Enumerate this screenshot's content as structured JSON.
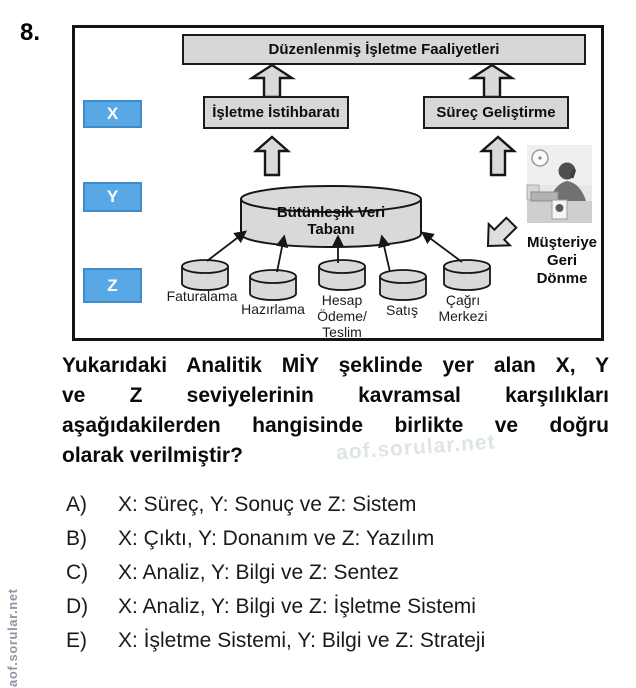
{
  "question_number": "8.",
  "watermarks": {
    "side": "aof.sorular.net",
    "center": "aof.sorular.net"
  },
  "diagram": {
    "top_box_label": "Düzenlenmiş İşletme Faaliyetleri",
    "left_box_label": "İşletme İstihbaratı",
    "right_box_label": "Süreç Geliştirme",
    "levels": [
      {
        "label": "X"
      },
      {
        "label": "Y"
      },
      {
        "label": "Z"
      }
    ],
    "database": {
      "line1": "Bütünleşik Veri",
      "line2": "Tabanı"
    },
    "sources": [
      {
        "lines": [
          "Faturalama"
        ]
      },
      {
        "lines": [
          "Hazırlama"
        ]
      },
      {
        "lines": [
          "Hesap",
          "Ödeme/",
          "Teslim"
        ]
      },
      {
        "lines": [
          "Satış"
        ]
      },
      {
        "lines": [
          "Çağrı",
          "Merkezi"
        ]
      }
    ],
    "return_label": {
      "line1": "Müşteriye",
      "line2": "Geri",
      "line3": "Dönme"
    },
    "photo": "customer-service-representative-photo",
    "colors": {
      "level_box_blue": "#57a8e4",
      "level_box_border": "#3f8cc9",
      "shape_gray": "#d9d9d9",
      "outline": "#161616"
    }
  },
  "question": {
    "lines": [
      "Yukarıdaki Analitik MİY şeklinde yer alan X, Y",
      "ve Z seviyelerinin kavramsal karşılıkları",
      "aşağıdakilerden hangisinde birlikte ve doğru",
      "olarak verilmiştir?"
    ]
  },
  "options": [
    {
      "letter": "A)",
      "text": "X: Süreç, Y: Sonuç ve Z: Sistem"
    },
    {
      "letter": "B)",
      "text": "X: Çıktı, Y: Donanım ve Z: Yazılım"
    },
    {
      "letter": "C)",
      "text": "X: Analiz, Y: Bilgi ve Z: Sentez"
    },
    {
      "letter": "D)",
      "text": "X: Analiz, Y: Bilgi ve Z: İşletme Sistemi"
    },
    {
      "letter": "E)",
      "text": "X: İşletme Sistemi, Y: Bilgi ve Z: Strateji"
    }
  ]
}
